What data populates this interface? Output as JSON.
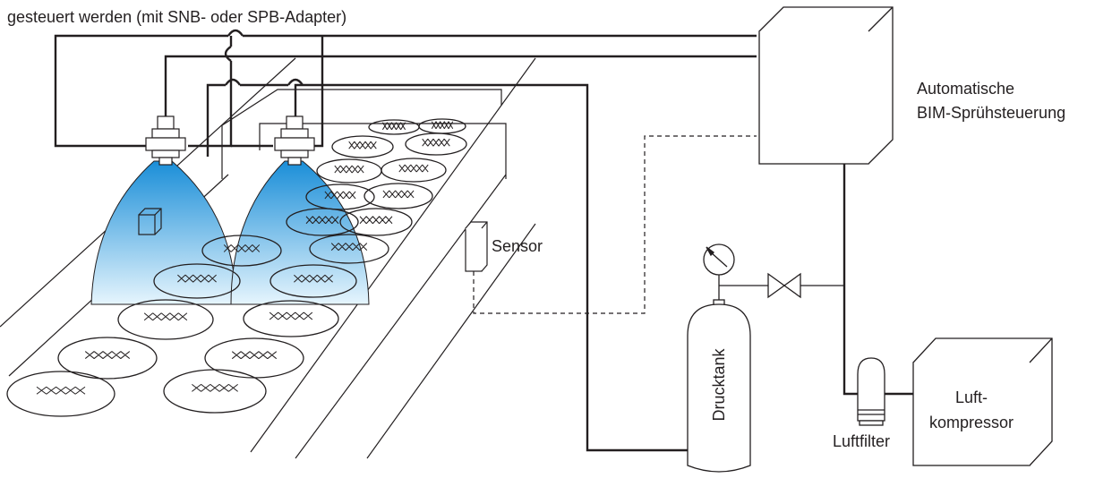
{
  "caption": "gesteuert werden (mit SNB- oder SPB-Adapter)",
  "labels": {
    "controller_line1": "Automatische",
    "controller_line2": "BIM-Sprühsteuerung",
    "sensor": "Sensor",
    "tank": "Drucktank",
    "filter": "Luftfilter",
    "compressor_line1": "Luft-",
    "compressor_line2": "kompressor"
  },
  "colors": {
    "line": "#231f20",
    "spray_top": "#1a8ed8",
    "spray_bottom": "#e6f5fd"
  }
}
